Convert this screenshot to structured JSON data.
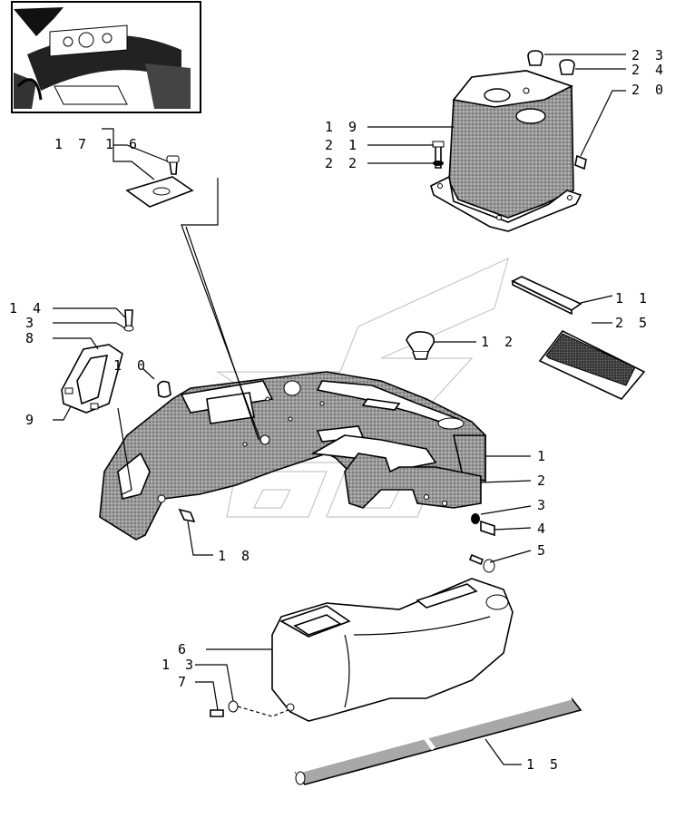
{
  "callouts": [
    {
      "id": "c23a",
      "text": "2 3"
    },
    {
      "id": "c24",
      "text": "2 4"
    },
    {
      "id": "c20",
      "text": "2 0"
    },
    {
      "id": "c19",
      "text": "1 9"
    },
    {
      "id": "c21",
      "text": "2 1"
    },
    {
      "id": "c22",
      "text": "2 2"
    },
    {
      "id": "c17",
      "text": "1 7"
    },
    {
      "id": "c16",
      "text": "1 6"
    },
    {
      "id": "c14",
      "text": "1 4"
    },
    {
      "id": "c3a",
      "text": "3"
    },
    {
      "id": "c8",
      "text": "8"
    },
    {
      "id": "c10",
      "text": "1 0"
    },
    {
      "id": "c9",
      "text": "9"
    },
    {
      "id": "c11",
      "text": "1 1"
    },
    {
      "id": "c25",
      "text": "2 5"
    },
    {
      "id": "c12",
      "text": "1 2"
    },
    {
      "id": "c1",
      "text": "1"
    },
    {
      "id": "c2",
      "text": "2"
    },
    {
      "id": "c3b",
      "text": "3"
    },
    {
      "id": "c4",
      "text": "4"
    },
    {
      "id": "c5",
      "text": "5"
    },
    {
      "id": "c18",
      "text": "1 8"
    },
    {
      "id": "c6",
      "text": "6"
    },
    {
      "id": "c13",
      "text": "1 3"
    },
    {
      "id": "c7",
      "text": "7"
    },
    {
      "id": "c15",
      "text": "1 5"
    }
  ],
  "colors": {
    "line": "#000000",
    "shade": "#8a8a8a",
    "watermark": "#c8c8c8"
  }
}
